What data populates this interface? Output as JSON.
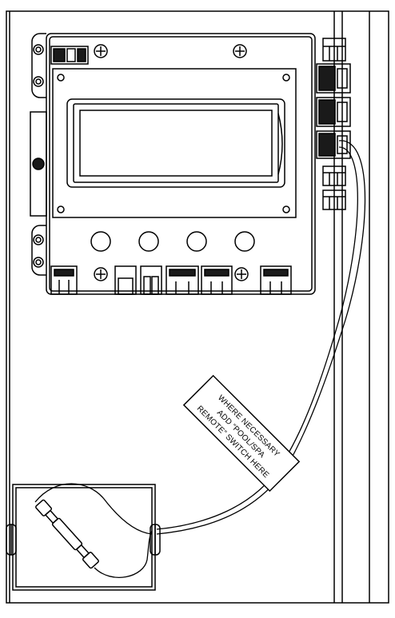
{
  "diagram": {
    "callout": {
      "lines": [
        "WHERE NECESSARY",
        "ADD “POOL/SPA",
        "REMOTE” SWITCH HERE"
      ]
    },
    "components": {
      "control_board": "control-board",
      "lcd_display": "lcd-display",
      "buttons": [
        "button-1",
        "button-2",
        "button-3",
        "button-4"
      ],
      "remote_switch_box": "remote-switch-box",
      "inline_fuse": "inline-fuse"
    },
    "colors": {
      "line": "#000000",
      "background": "#ffffff",
      "dark_fill": "#1a1a1a"
    }
  }
}
